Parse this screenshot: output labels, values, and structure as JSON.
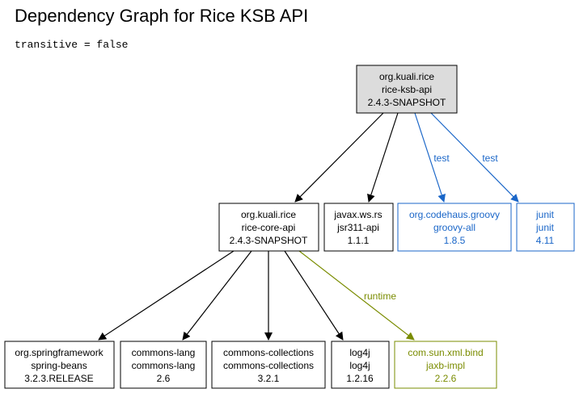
{
  "title": "Dependency Graph for Rice KSB API",
  "subtitle": "transitive = false",
  "colors": {
    "compile": "#000000",
    "test": "#1a66c8",
    "runtime": "#7a8c00",
    "root_fill": "#dcdcdc"
  },
  "nodes": {
    "root": {
      "group": "org.kuali.rice",
      "artifact": "rice-ksb-api",
      "version": "2.4.3-SNAPSHOT"
    },
    "core": {
      "group": "org.kuali.rice",
      "artifact": "rice-core-api",
      "version": "2.4.3-SNAPSHOT"
    },
    "jsr": {
      "group": "javax.ws.rs",
      "artifact": "jsr311-api",
      "version": "1.1.1"
    },
    "groovy": {
      "group": "org.codehaus.groovy",
      "artifact": "groovy-all",
      "version": "1.8.5"
    },
    "junit": {
      "group": "junit",
      "artifact": "junit",
      "version": "4.11"
    },
    "spring": {
      "group": "org.springframework",
      "artifact": "spring-beans",
      "version": "3.2.3.RELEASE"
    },
    "lang": {
      "group": "commons-lang",
      "artifact": "commons-lang",
      "version": "2.6"
    },
    "collections": {
      "group": "commons-collections",
      "artifact": "commons-collections",
      "version": "3.2.1"
    },
    "log4j": {
      "group": "log4j",
      "artifact": "log4j",
      "version": "1.2.16"
    },
    "jaxb": {
      "group": "com.sun.xml.bind",
      "artifact": "jaxb-impl",
      "version": "2.2.6"
    }
  },
  "edge_labels": {
    "groovy": "test",
    "junit": "test",
    "jaxb": "runtime"
  }
}
